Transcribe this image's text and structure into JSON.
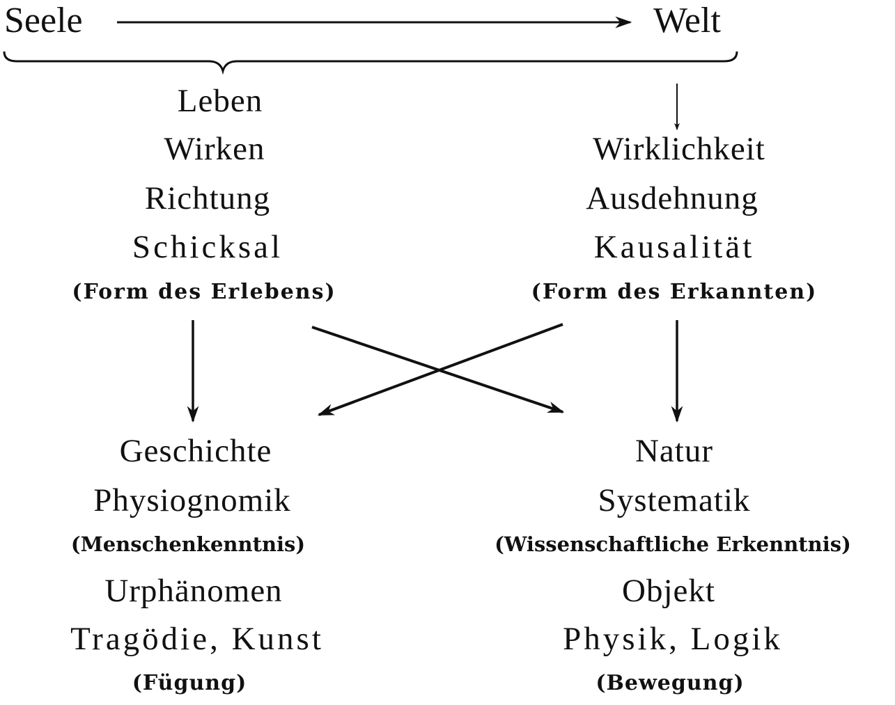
{
  "top": {
    "left": "Seele",
    "right": "Welt"
  },
  "left_column": {
    "items": [
      "Leben",
      "Wirken",
      "Richtung",
      "Schicksal",
      "(Form des Erlebens)"
    ]
  },
  "right_column": {
    "items": [
      "Wirklichkeit",
      "Ausdehnung",
      "Kausalität",
      "(Form des Erkannten)"
    ]
  },
  "bottom_left": {
    "items": [
      "Geschichte",
      "Physiognomik",
      "(Menschenkenntnis)",
      "Urphänomen",
      "Tragödie, Kunst",
      "(Fügung)"
    ]
  },
  "bottom_right": {
    "items": [
      "Natur",
      "Systematik",
      "(Wissenschaftliche Erkenntnis)",
      "Objekt",
      "Physik, Logik",
      "(Bewegung)"
    ]
  }
}
